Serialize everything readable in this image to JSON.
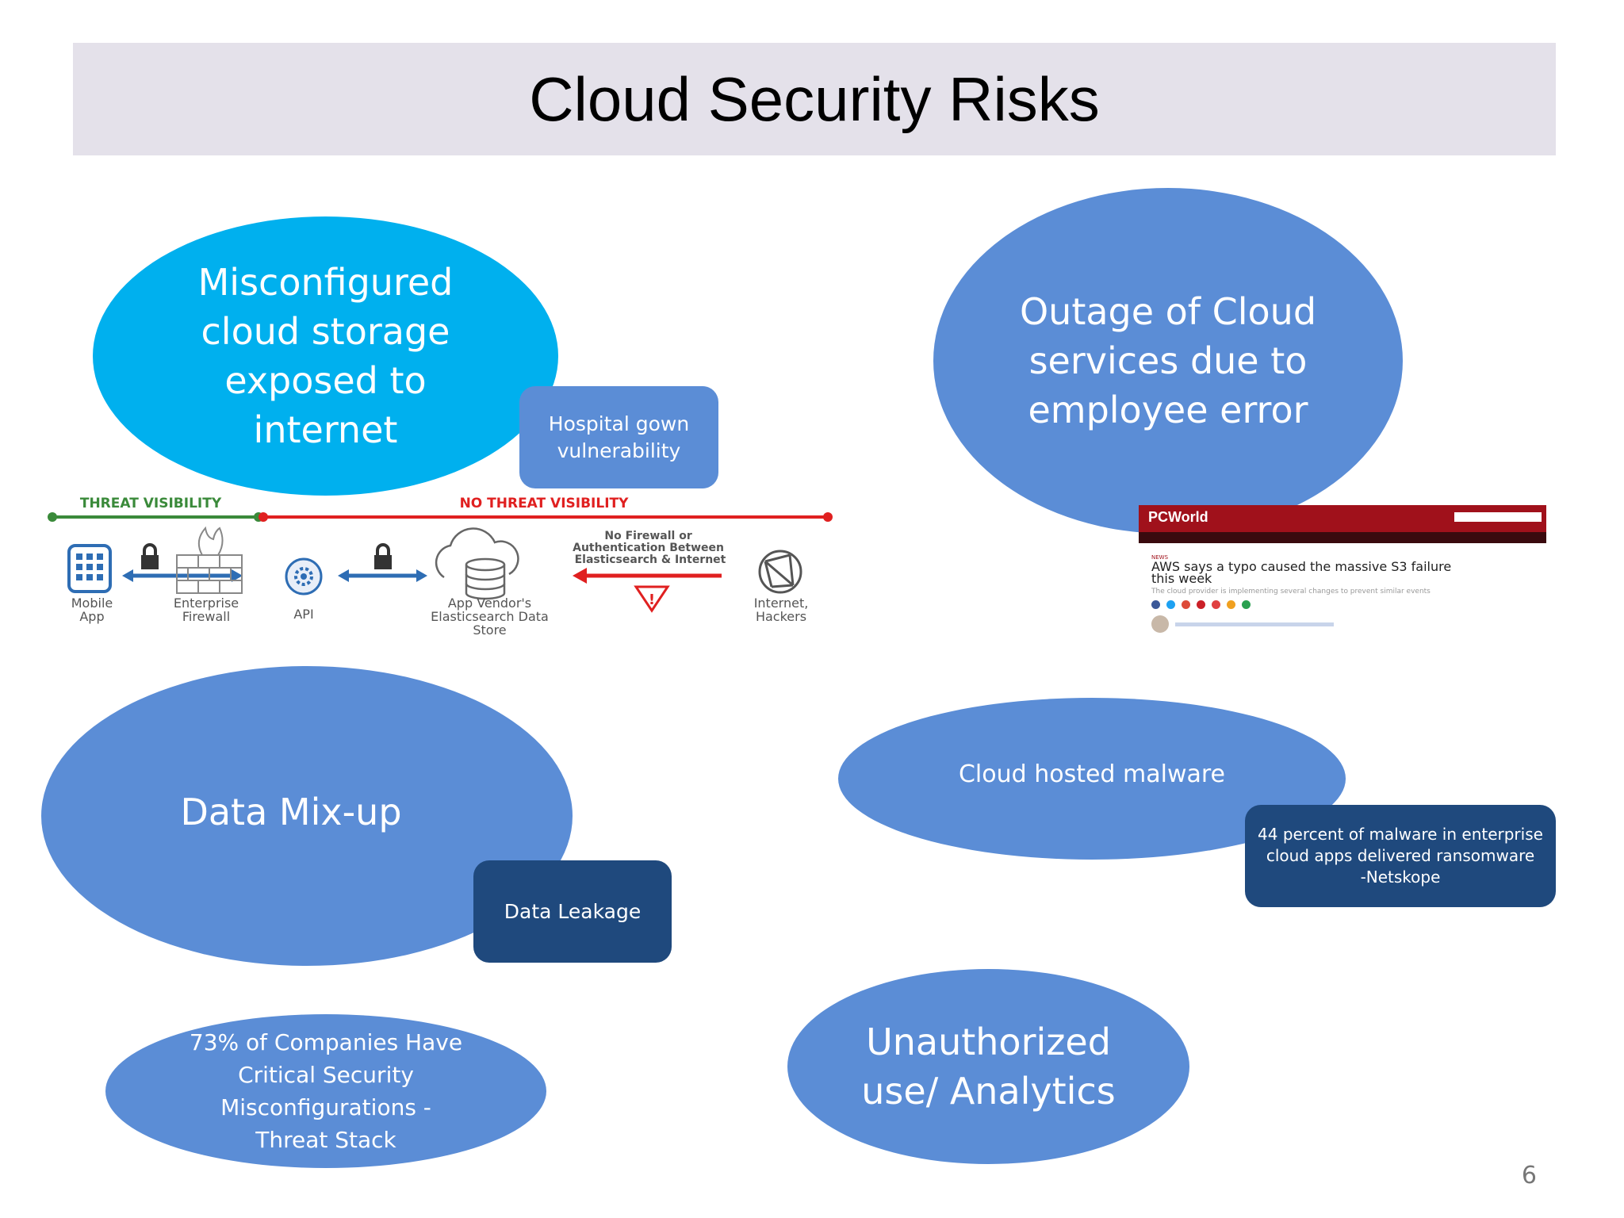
{
  "slide": {
    "title": "Cloud Security Risks",
    "page_number": "6"
  },
  "shapes": {
    "misconfigured": "Misconfigured\ncloud storage\nexposed to\ninternet",
    "hospital": "Hospital gown\nvulnerability",
    "outage": "Outage of Cloud\nservices due to\nemployee error",
    "mixup": "Data Mix-up",
    "leakage": "Data Leakage",
    "malware": "Cloud hosted malware",
    "malware_note": "44 percent of malware in enterprise\ncloud apps delivered ransomware\n-Netskope",
    "stat73": "73% of Companies Have\nCritical  Security\nMisconfigurations  -\nThreat Stack",
    "unauthorized": "Unauthorized\nuse/ Analytics"
  },
  "diagram": {
    "threat_visibility": "THREAT VISIBILITY",
    "no_threat_visibility": "NO THREAT VISIBILITY",
    "warning_text": "No Firewall or\nAuthentication Between\nElasticsearch & Internet",
    "nodes": [
      "Mobile\nApp",
      "Enterprise\nFirewall",
      "API",
      "App Vendor's\nElasticsearch Data\nStore",
      "Internet,\nHackers"
    ],
    "colors": {
      "green": "#3a8a3a",
      "red": "#e02020",
      "blue": "#2e6db4"
    }
  },
  "article": {
    "brand": "PCWorld",
    "section": "NEWS",
    "headline": "AWS says a typo caused the massive S3 failure\nthis week",
    "subhead": "The cloud provider is implementing several changes to prevent similar events"
  }
}
